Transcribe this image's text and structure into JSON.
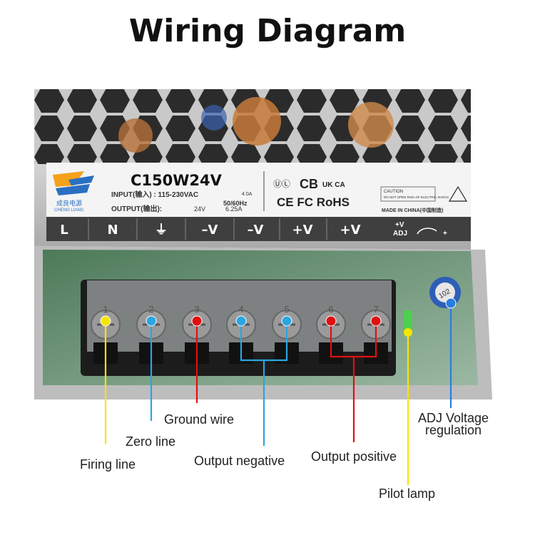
{
  "title": "Wiring Diagram",
  "label": {
    "brand_zh": "成良电源",
    "brand_en": "CHENG LIANG",
    "model": "C150W24V",
    "input_label": "INPUT(输入) : 115-230VAC",
    "input_current": "4.0A",
    "input_freq": "50/60Hz",
    "output_label": "OUTPUT(输出):",
    "output_voltage": "24V",
    "output_current": "6.25A",
    "cert_row1": "CB",
    "cert_ukca": "UK CA",
    "cert_row2": "CE FC RoHS",
    "caution": "CAUTION",
    "caution_text": "DO NOT OPEN RISK OF ELECTRIC SHOCK",
    "made_in": "MADE IN CHINA(中国制造)"
  },
  "terminal_strip_labels": [
    "L",
    "N",
    "⏚",
    "–V",
    "–V",
    "+V",
    "+V"
  ],
  "adj_label": "ADJ",
  "adj_plus": "+V",
  "adj_plus2": "+",
  "terminal_numbers": [
    "1",
    "2",
    "3",
    "4",
    "5",
    "6",
    "7"
  ],
  "colors": {
    "firing": "#f5e600",
    "zero": "#2aa6e0",
    "ground": "#e01010",
    "negative": "#2aa6e0",
    "positive": "#e01010",
    "pilot": "#f5e600",
    "adj": "#2a7de0"
  },
  "callouts": {
    "ground_wire": "Ground wire",
    "zero_line": "Zero line",
    "firing_line": "Firing line",
    "output_negative": "Output negative",
    "output_positive": "Output positive",
    "pilot_lamp": "Pilot lamp",
    "adj_line1": "ADJ Voltage",
    "adj_line2": "regulation"
  }
}
